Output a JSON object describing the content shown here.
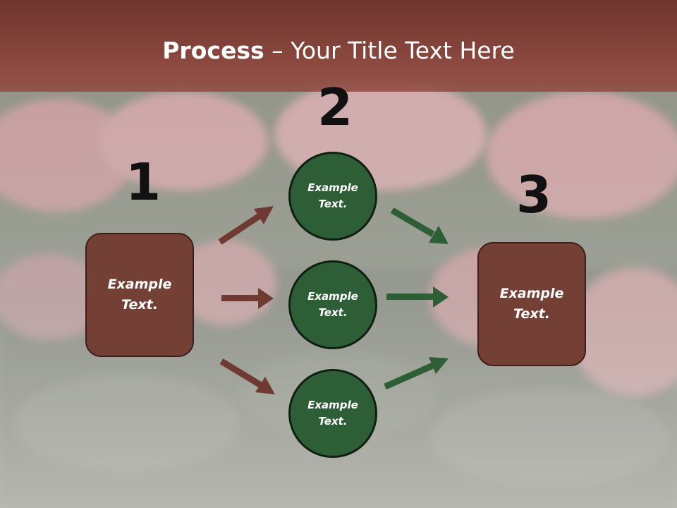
{
  "title": {
    "bold": "Process",
    "rest": " – Your Title Text Here"
  },
  "steps": {
    "one": "1",
    "two": "2",
    "three": "3"
  },
  "boxes": {
    "left": "Example\nText.",
    "right": "Example\nText."
  },
  "circles": {
    "top": "Example\nText.",
    "middle": "Example\nText.",
    "bottom": "Example\nText."
  },
  "colors": {
    "title_bar": "#8e4a40",
    "box": "#744035",
    "circle": "#2e5e36",
    "arrow_brown": "#6e3a31",
    "arrow_green": "#2e5e36"
  }
}
